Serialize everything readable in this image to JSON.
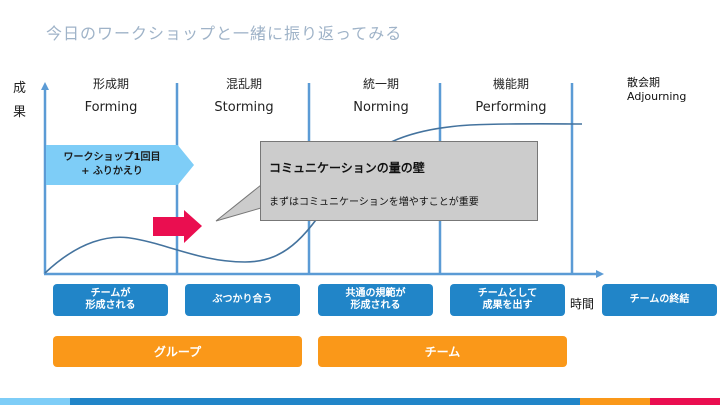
{
  "title": "今日のワークショップと一緒に振り返ってみる",
  "y_axis_label": [
    "成",
    "果"
  ],
  "x_axis_label": "時間",
  "phases": [
    {
      "jp": "形成期",
      "en": "Forming"
    },
    {
      "jp": "混乱期",
      "en": "Storming"
    },
    {
      "jp": "統一期",
      "en": "Norming"
    },
    {
      "jp": "機能期",
      "en": "Performing"
    }
  ],
  "adjourning": {
    "jp": "散会期",
    "en": "Adjourning"
  },
  "workshop_marker": {
    "line1": "ワークショップ1回目",
    "line2": "+ ふりかえり"
  },
  "callout": {
    "title": "コミュニケーションの量の壁",
    "subtitle": "まずはコミュニケーションを増やすことが重要"
  },
  "stages": [
    "チームが\n形成される",
    "ぶつかり合う",
    "共通の規範が\n形成される",
    "チームとして\n成果を出す",
    "チームの終結"
  ],
  "groups": [
    {
      "label": "グループ"
    },
    {
      "label": "チーム"
    }
  ],
  "colors": {
    "axis": "#5b9bd5",
    "curve": "#44739e",
    "chevron": "#7ecdf7",
    "arrow": "#ea0e50",
    "stage": "#2185c8",
    "group": "#fa9819",
    "callout": "#cccccc"
  },
  "footer_bar_colors": [
    "#7ecdf7",
    "#2185c8",
    "#fa9819",
    "#ea0e50"
  ]
}
